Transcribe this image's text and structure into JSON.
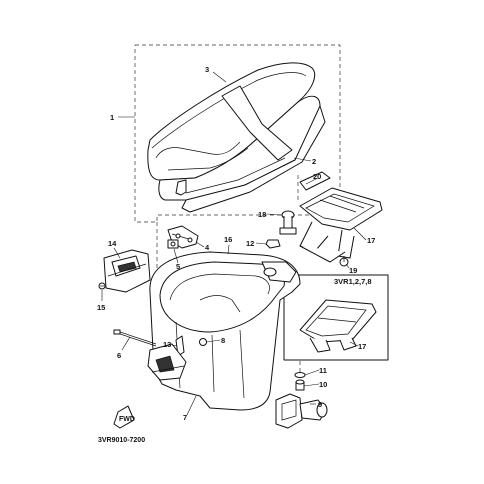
{
  "diagram": {
    "callouts": [
      {
        "id": "c1",
        "text": "1"
      },
      {
        "id": "c2",
        "text": "2"
      },
      {
        "id": "c3",
        "text": "3"
      },
      {
        "id": "c4",
        "text": "4"
      },
      {
        "id": "c5",
        "text": "5"
      },
      {
        "id": "c6",
        "text": "6"
      },
      {
        "id": "c7",
        "text": "7"
      },
      {
        "id": "c8",
        "text": "8"
      },
      {
        "id": "c9",
        "text": "9"
      },
      {
        "id": "c10",
        "text": "10"
      },
      {
        "id": "c11",
        "text": "11"
      },
      {
        "id": "c12",
        "text": "12"
      },
      {
        "id": "c13",
        "text": "13"
      },
      {
        "id": "c14",
        "text": "14"
      },
      {
        "id": "c15",
        "text": "15"
      },
      {
        "id": "c16",
        "text": "16"
      },
      {
        "id": "c17a",
        "text": "17"
      },
      {
        "id": "c17b",
        "text": "17"
      },
      {
        "id": "c18",
        "text": "18"
      },
      {
        "id": "c19",
        "text": "19"
      },
      {
        "id": "c20",
        "text": "20"
      }
    ],
    "variant_label": "3VR1,2,7,8",
    "drawing_code": "3VR9010-7200",
    "fwd_label": "FWD"
  }
}
